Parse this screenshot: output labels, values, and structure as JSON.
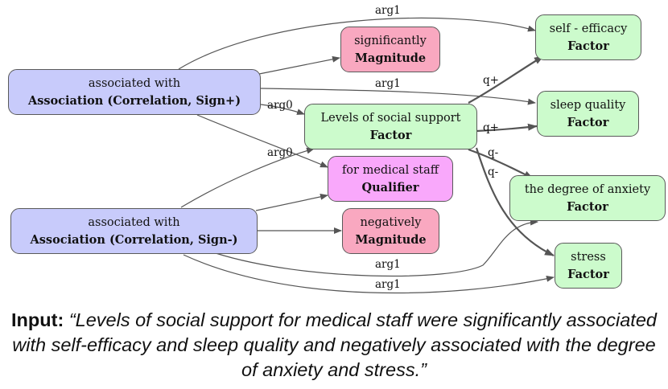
{
  "nodes": {
    "assoc_pos": {
      "line1": "associated with",
      "line2": "Association (Correlation, Sign+)"
    },
    "assoc_neg": {
      "line1": "associated with",
      "line2": "Association (Correlation, Sign-)"
    },
    "social_support": {
      "line1": "Levels of social support",
      "line2": "Factor"
    },
    "significantly": {
      "line1": "significantly",
      "line2": "Magnitude"
    },
    "negatively": {
      "line1": "negatively",
      "line2": "Magnitude"
    },
    "medical_staff": {
      "line1": "for medical staff",
      "line2": "Qualifier"
    },
    "self_efficacy": {
      "line1": "self - efficacy",
      "line2": "Factor"
    },
    "sleep_quality": {
      "line1": "sleep quality",
      "line2": "Factor"
    },
    "anxiety": {
      "line1": "the degree of anxiety",
      "line2": "Factor"
    },
    "stress": {
      "line1": "stress",
      "line2": "Factor"
    }
  },
  "edge_labels": {
    "pos_self_efficacy": "arg1",
    "pos_sleep_quality": "arg1",
    "pos_social_support": "arg0",
    "neg_social_support": "arg0",
    "ss_self_efficacy": "q+",
    "ss_sleep_quality": "q+",
    "ss_anxiety": "q-",
    "ss_stress": "q-",
    "neg_anxiety": "arg1",
    "neg_stress": "arg1"
  },
  "caption": {
    "lead": "Input:",
    "quote": "“Levels of social support for medical staff were significantly associated with self-efficacy and sleep quality and negatively associated with the degree of anxiety and stress.”"
  }
}
